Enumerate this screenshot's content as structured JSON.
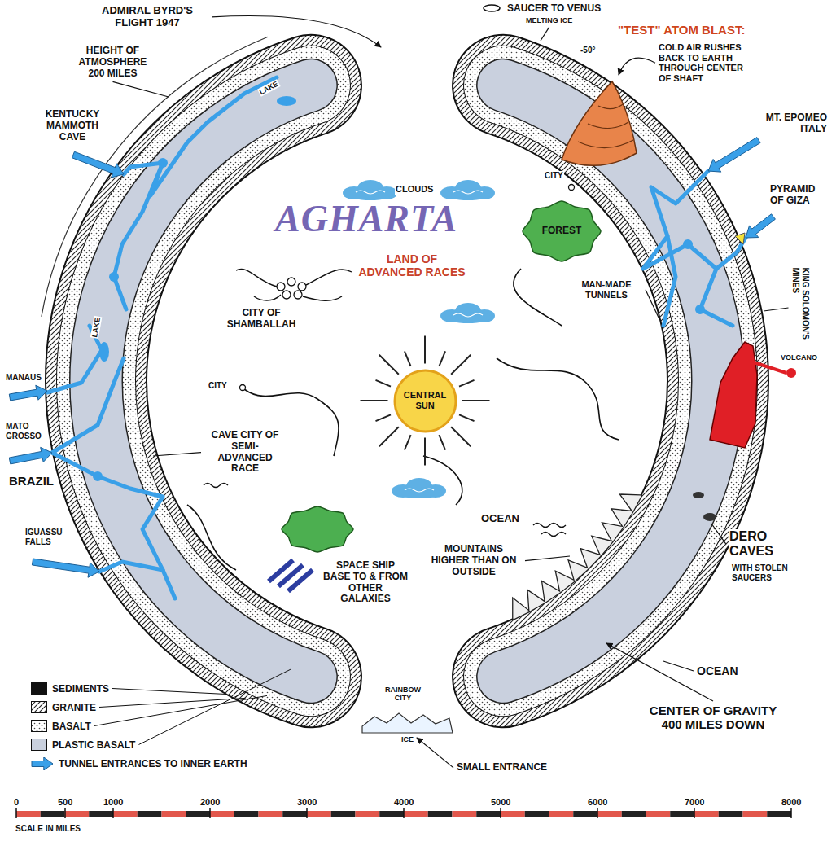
{
  "diagram": {
    "title": "AGHARTA",
    "nodes": [
      {
        "text": [
          "CENTRAL SUN"
        ]
      },
      {
        "text": [
          "FOREST"
        ]
      }
    ],
    "labels": [
      "ADMIRAL BYRD'S FLIGHT 1947",
      "SAUCER TO VENUS",
      "MELTING ICE",
      "\"TEST\" ATOM BLAST:",
      "COLD AIR RUSHES BACK TO EARTH THROUGH CENTER OF SHAFT",
      "-50°",
      "MT. EPOMEO ITALY",
      "PYRAMID OF GIZA",
      "KING SOLOMON'S MINES",
      "VOLCANO",
      "MAN-MADE TUNNELS",
      "CITY",
      "DERO CAVES",
      "WITH STOLEN SAUCERS",
      "OCEAN",
      "CENTER OF GRAVITY 400 MILES DOWN",
      "MOUNTAINS HIGHER THAN ON OUTSIDE",
      "OCEAN",
      "SPACE SHIP BASE TO & FROM OTHER GALAXIES",
      "RAINBOW CITY",
      "ICE",
      "SMALL ENTRANCE",
      "CAVE CITY OF SEMI-ADVANCED RACE",
      "CITY",
      "CITY OF SHAMBALLAH",
      "CLOUDS",
      "LAND OF ADVANCED RACES",
      "HEIGHT OF ATMOSPHERE 200 MILES",
      "KENTUCKY MAMMOTH CAVE",
      "LAKE",
      "LAKE",
      "MANAUS",
      "MATO GROSSO",
      "BRAZIL",
      "IGUASSU FALLS",
      "0",
      "500",
      "1000",
      "2000",
      "3000",
      "4000",
      "5000",
      "6000",
      "7000",
      "8000",
      "SCALE IN MILES"
    ],
    "legend": [
      {
        "text": "SEDIMENTS",
        "color": "#111111"
      },
      {
        "text": "GRANITE"
      },
      {
        "text": "BASALT"
      },
      {
        "text": "PLASTIC BASALT",
        "color": "#c9d0de"
      },
      {
        "text": "TUNNEL ENTRANCES TO INNER EARTH"
      }
    ]
  }
}
